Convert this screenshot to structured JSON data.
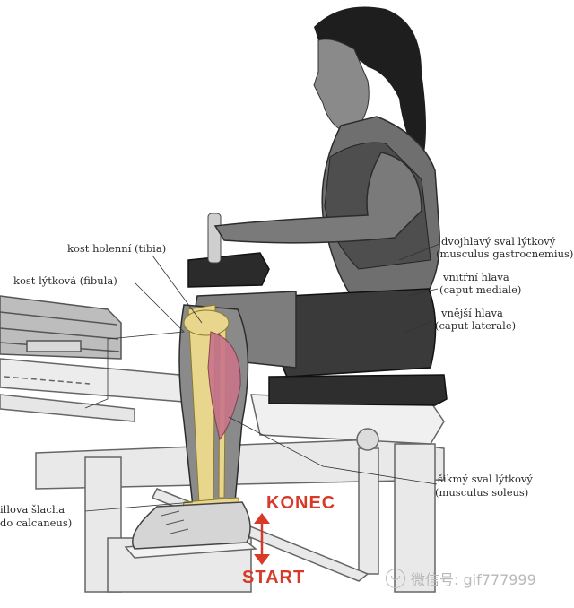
{
  "labels": {
    "tibia": "kost holenní (tibia)",
    "fibula": "kost lýtková (fibula)",
    "gastro_1": "dvojhlavý sval lýtkový",
    "gastro_2": "(musculus gastrocnemius)",
    "medial_1": "vnitřní hlava",
    "medial_2": "(caput mediale)",
    "lateral_1": "vnější hlava",
    "lateral_2": "(caput laterale)",
    "soleus_1": "šikmý sval lýtkový",
    "soleus_2": "(musculus soleus)",
    "achilles_1": "illova šlacha",
    "achilles_2": "do calcaneus)"
  },
  "directions": {
    "end": "KONEC",
    "start": "START"
  },
  "watermark": {
    "text": "微信号: gif777999"
  },
  "colors": {
    "arrow": "#d83a2a",
    "muscle": "#c9748a",
    "bone": "#e8d68c",
    "skin": "#6f6f6f",
    "shorts": "#3a3a3a",
    "machine": "#e3e3e3"
  },
  "icons": {
    "watermark": "wechat-icon"
  }
}
